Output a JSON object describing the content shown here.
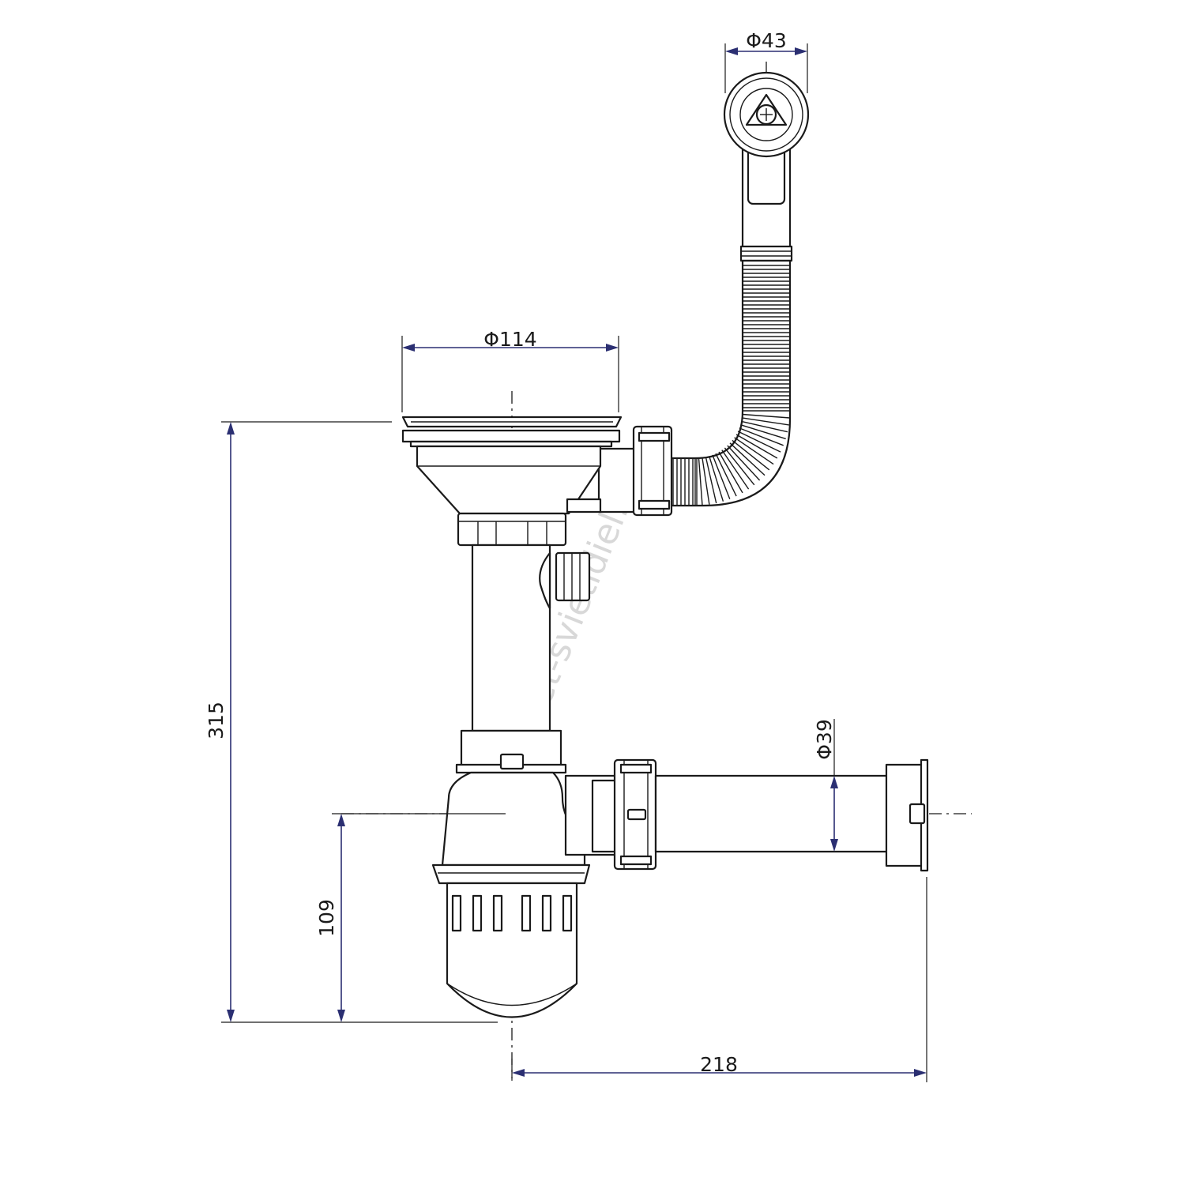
{
  "dimensions": {
    "overflow_dia": "Φ43",
    "strainer_dia": "Φ114",
    "outlet_dia": "Φ39",
    "total_height": "315",
    "trap_height": "109",
    "outlet_length": "218"
  },
  "watermark": "svet-svietidiel.sk",
  "colors": {
    "line": "#1a1a1a",
    "dimension": "#2b2f72",
    "watermark": "#d8d8d8"
  }
}
